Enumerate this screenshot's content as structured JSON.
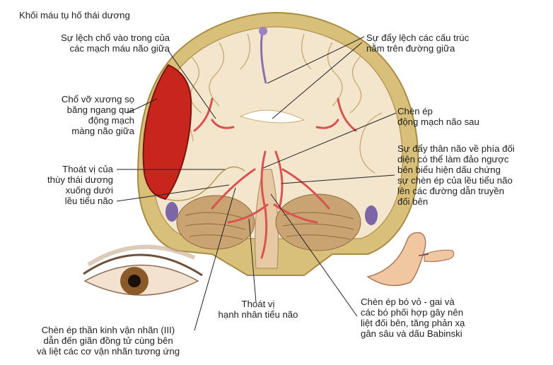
{
  "diagram": {
    "title": "Khối máu tụ hố thái dương",
    "labels": {
      "medial_shift_vessels": "Sự lệch chổ vào trong của\ncác mạch máu não giữa",
      "skull_fracture": "Chổ vỡ xương sọ\nbăng ngang qua\nđộng mạch\nmàng não giữa",
      "temporal_herniation": "Thoát vị của\nthùy thái dương\nxuống dưới\nlều tiểu não",
      "midline_shift": "Sự đẩy lệch các cấu trúc\nnằm trên đường giữa",
      "pca_compression": "Chèn ép\nđộng mạch não sau",
      "brainstem_shift": "Sự đẩy thân não về phía đối\ndiện có thể làm đảo ngược\nbên biểu hiện dấu chứng\nsự chèn ép của lều tiểu não\nlên các đường dẫn truyền\nđối bên",
      "tonsillar_herniation": "Thoát vị\nhạnh nhân tiểu não",
      "oculomotor_compression": "Chèn ép thần kinh vận nhãn (III)\ndẫn đến giãn đồng tử cùng bên\nvà liệt các cơ vận nhãn tương ứng",
      "corticospinal_compression": "Chèn ép bó vỏ - gai và\ncác bó phối hợp gây nên\nliệt đối bên, tăng phản xạ\ngân sâu và dấu Babinski"
    }
  },
  "colors": {
    "hematoma": "#c8261c",
    "skull": "#d9c07a",
    "brain": "#f3e6cc",
    "vessel": "#d9534f",
    "cerebellum": "#c9a472",
    "leader": "#222222"
  }
}
